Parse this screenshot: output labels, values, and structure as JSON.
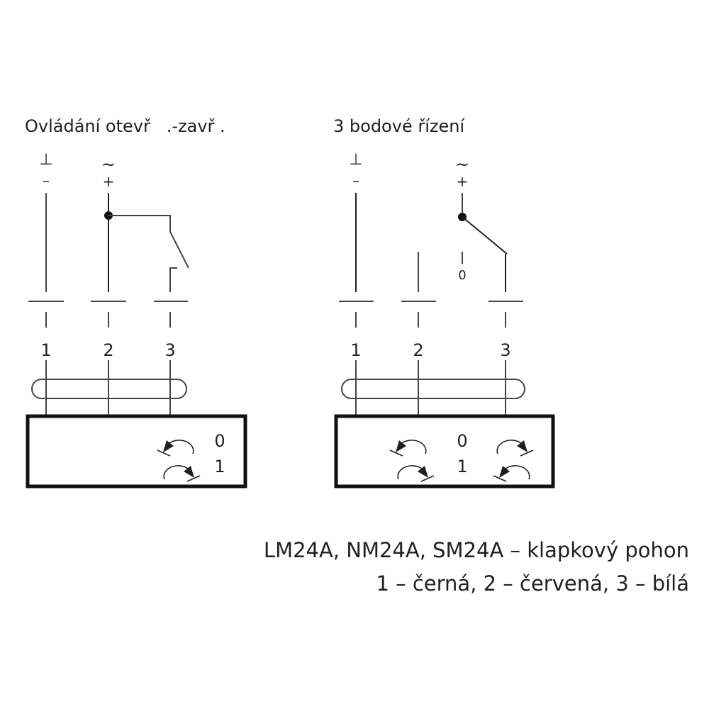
{
  "left_diagram": {
    "title": "Ovládání otevř   .-zavř .",
    "ground_symbol": "⊥",
    "minus_symbol": "–",
    "ac_symbol": "~",
    "plus_symbol": "+",
    "terminals": [
      "1",
      "2",
      "3"
    ],
    "rotation_labels": [
      "0",
      "1"
    ]
  },
  "right_diagram": {
    "title": "3 bodové řízení",
    "ground_symbol": "⊥",
    "minus_symbol": "–",
    "ac_symbol": "~",
    "plus_symbol": "+",
    "switch_off_label": "0",
    "terminals": [
      "1",
      "2",
      "3"
    ],
    "rotation_labels": [
      "0",
      "1"
    ]
  },
  "caption": {
    "line1": "LM24A, NM24A, SM24A – klapkový pohon",
    "line2": "1 – černá, 2 – červená, 3 – bílá"
  }
}
